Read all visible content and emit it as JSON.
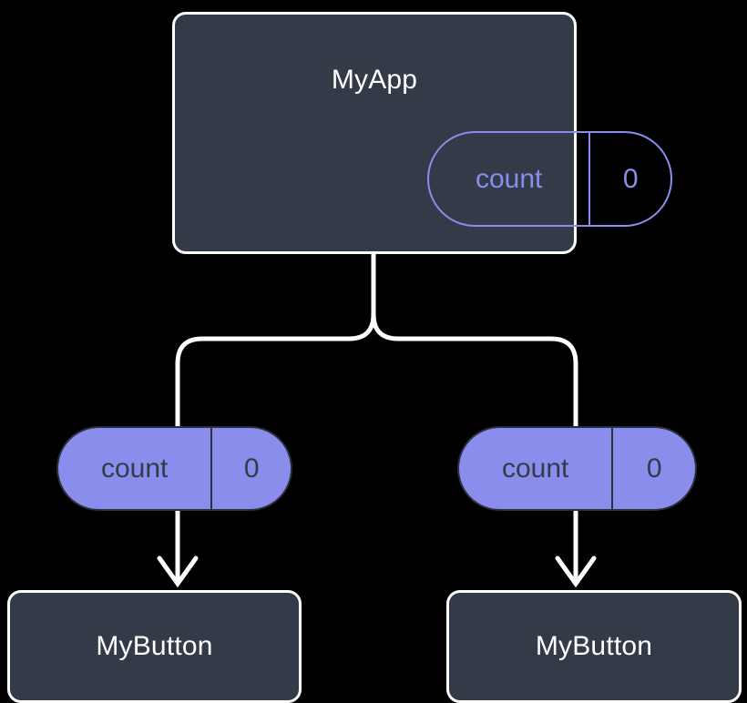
{
  "diagram": {
    "title": "MyApp component tree with count state propagation",
    "background_color": "#000000",
    "colors": {
      "node_fill": "#343b48",
      "node_border": "#ffffff",
      "node_text": "#ffffff",
      "state_accent": "#8b8ded",
      "state_text_on_fill": "#343b48",
      "edge": "#ffffff"
    }
  },
  "root": {
    "name": "node-myapp",
    "label": "MyApp",
    "state": {
      "key": "count",
      "value": "0"
    }
  },
  "children": [
    {
      "name": "child-left",
      "state": {
        "key": "count",
        "value": "0"
      },
      "label": "MyButton"
    },
    {
      "name": "child-right",
      "state": {
        "key": "count",
        "value": "0"
      },
      "label": "MyButton"
    }
  ],
  "edges": {
    "root_to_children": "branching-connector",
    "state_to_component": "arrow-down"
  }
}
